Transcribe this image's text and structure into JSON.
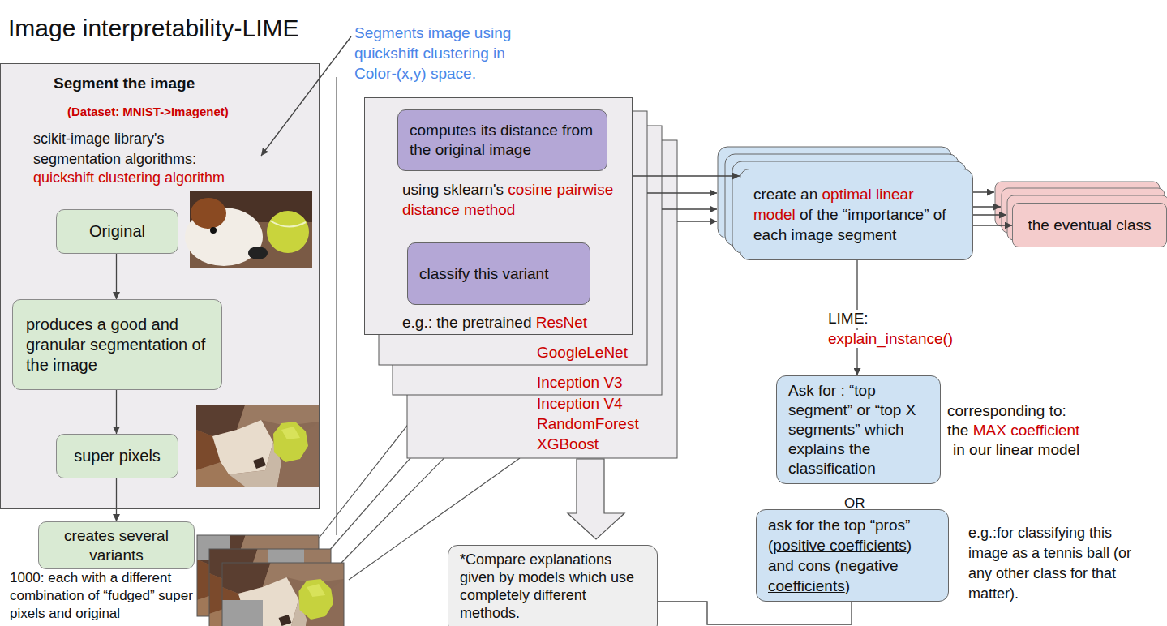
{
  "diagram": {
    "title": "Image interpretability-LIME",
    "nodes": [
      {
        "text": [
          "Segment the image",
          "(Dataset: MNIST->Imagenet)",
          "scikit-image library's segmentation algorithms:",
          "quickshift clustering algorithm"
        ]
      },
      {
        "text": [
          "Original"
        ],
        "in": 0
      },
      {
        "text": [
          "produces a good and granular segmentation of the image"
        ],
        "in": 0
      },
      {
        "text": [
          "super pixels"
        ],
        "in": 0
      },
      {
        "text": [
          "creates several variants"
        ]
      },
      {
        "text": [
          "using sklearn's",
          "cosine pairwise distance method",
          "e.g.: the pretrained",
          "ResNet"
        ]
      },
      {
        "text": [
          "computes its distance from the original image"
        ],
        "in": 5
      },
      {
        "text": [
          "classify this variant"
        ],
        "in": 5
      },
      {
        "text": [
          "create an",
          "optimal linear model",
          "of the “importance” of each image segment"
        ]
      },
      {
        "text": [
          "the eventual class"
        ]
      },
      {
        "text": [
          "Ask for : “top segment” or “top X segments” which explains the classification"
        ]
      },
      {
        "text": [
          "ask for the top “pros” (",
          "positive coefficients",
          ") and cons (",
          "negative coefficients",
          ")"
        ]
      },
      {
        "text": [
          "*Compare explanations given by models which use completely different methods."
        ]
      }
    ],
    "edges": [
      {
        "from": 1,
        "to": 2,
        "arrow": "to"
      },
      {
        "from": 2,
        "to": 3,
        "arrow": "to"
      },
      {
        "from": 3,
        "to": 4,
        "arrow": "to"
      },
      {
        "from": 5,
        "to": 8,
        "arrow": "to"
      },
      {
        "from": 8,
        "to": 9,
        "arrow": "to"
      },
      {
        "from": 8,
        "to": 10,
        "label": "LIME:",
        "arrow": "to"
      },
      {
        "from": 12,
        "to": 11,
        "arrow": "none"
      }
    ],
    "labels": [
      "Segments image using quickshift clustering in Color-(x,y) space.",
      "GoogleLeNet",
      "Inception V3",
      "Inception V4",
      "RandomForest",
      "XGBoost",
      "1000: each with a different combination of “fudged” super pixels and original",
      "explain_instance()",
      "corresponding to:",
      "the",
      "MAX coefficient",
      "in our linear model",
      "OR",
      "e.g.:for classifying this image as a tennis ball (or any other class for that matter)."
    ]
  }
}
